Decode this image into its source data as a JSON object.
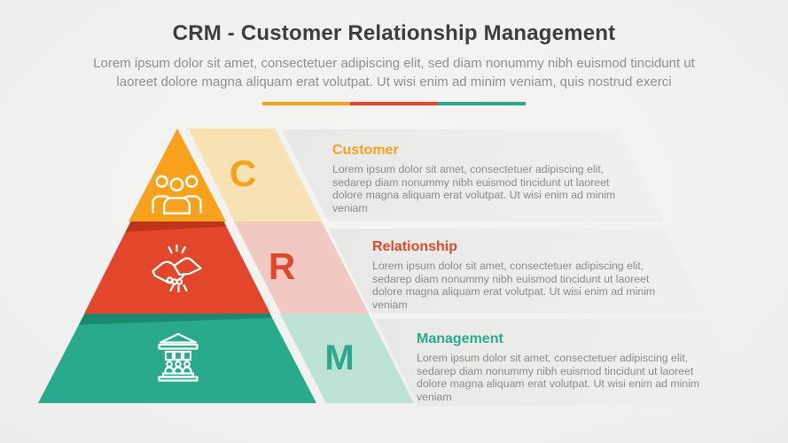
{
  "colors": {
    "background": "#F2F2F0",
    "heading_text": "#3D3D3D",
    "subtitle_text": "#8F8F8F",
    "body_text": "#8A8A8A"
  },
  "header": {
    "title": "CRM - Customer Relationship Management",
    "subtitle_line1": "Lorem ipsum dolor sit amet, consectetuer adipiscing elit, sed diam nonummy nibh euismod tincidunt ut",
    "subtitle_line2": "laoreet dolore magna aliquam erat volutpat. Ut wisi enim ad minim veniam, quis nostrud exerci"
  },
  "divider": {
    "colors": [
      "#F7A11C",
      "#E2472B",
      "#2AAA8C"
    ]
  },
  "pyramid": {
    "levels": [
      {
        "letter": "C",
        "title": "Customer",
        "body": "Lorem ipsum dolor sit amet, consectetuer adipiscing elit, sedarep diam nonummy nibh euismod tincidunt ut laoreet dolore magna aliquam erat volutpat. Ut wisi enim ad minim veniam",
        "color": "#F7A11C",
        "light_color": "#F8E2B4",
        "icon": "people-group-icon"
      },
      {
        "letter": "R",
        "title": "Relationship",
        "body": "Lorem ipsum dolor sit amet, consectetuer adipiscing elit, sedarep diam nonummy nibh euismod tincidunt ut laoreet dolore magna aliquam erat volutpat. Ut wisi enim ad minim veniam",
        "color": "#E2472B",
        "light_color": "#F2C8C2",
        "shadow_color": "#C0351A",
        "icon": "handshake-icon"
      },
      {
        "letter": "M",
        "title": "Management",
        "body": "Lorem ipsum dolor sit amet, consectetuer adipiscing elit, sedarep diam nonummy nibh euismod tincidunt ut laoreet dolore magna aliquam erat volutpat. Ut wisi enim ad minim veniam",
        "color": "#2AAA8C",
        "light_color": "#BEE2D5",
        "shadow_color": "#1D8870",
        "icon": "bank-building-icon"
      }
    ]
  }
}
